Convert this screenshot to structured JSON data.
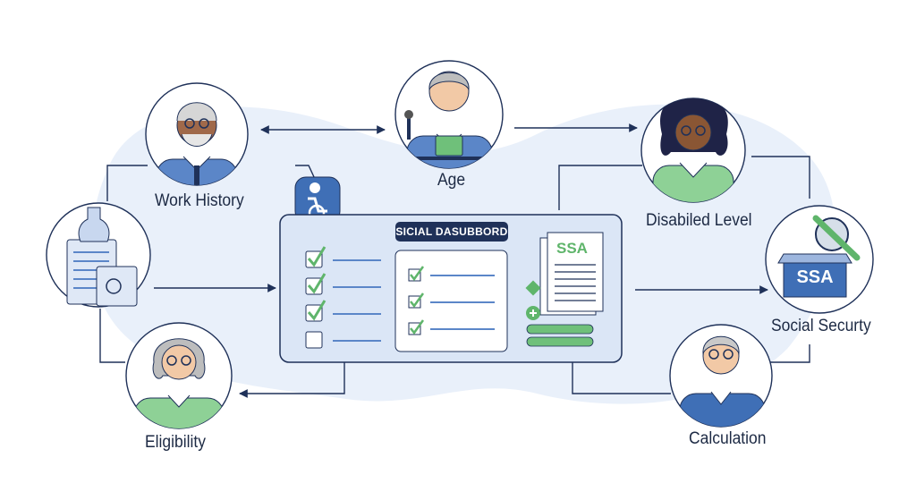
{
  "nodes": {
    "work_history": "Work History",
    "age": "Age",
    "disabled_level": "Disabiled Level",
    "social_security": "Social Securty",
    "calculation": "Calculation",
    "eligibility": "Eligibility"
  },
  "dashboard": {
    "title": "SICIAL DASUBBORD",
    "doc_badge": "SSA"
  },
  "box_badge": "SSA",
  "colors": {
    "navy": "#1f3159",
    "blue": "#5b86c8",
    "green": "#5fb56b",
    "blob": "#e7eef9",
    "panel": "#dbe6f6"
  },
  "icons": [
    "person-avatar-icon",
    "checkbox-icon",
    "checkmark-icon",
    "document-icon",
    "wheelchair-icon",
    "bottle-icon",
    "magnifier-icon",
    "box-icon"
  ]
}
